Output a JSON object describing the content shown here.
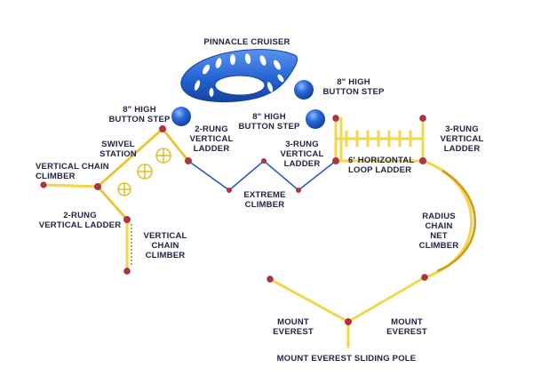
{
  "colors": {
    "rail": "#f3d54e",
    "rail_edge": "#d2ab24",
    "cap": "#b8303f",
    "cable": "#2f56c4",
    "blue": "#1f5fd0",
    "text": "#1f2340",
    "net": "#d49a1a"
  },
  "labels": {
    "pinnacle_cruiser": "PINNACLE CRUISER",
    "button_step_left": "8\" HIGH\nBUTTON STEP",
    "button_step_mid": "8\" HIGH\nBUTTON STEP",
    "button_step_right": "8\" HIGH\nBUTTON STEP",
    "two_rung_vertical_ladder_top": "2-RUNG\nVERTICAL\nLADDER",
    "swivel_station": "SWIVEL\nSTATION",
    "vertical_chain_climber_left": "VERTICAL CHAIN\nCLIMBER",
    "two_rung_vertical_ladder_left": "2-RUNG\nVERTICAL LADDER",
    "vertical_chain_climber_lower": "VERTICAL\nCHAIN\nCLIMBER",
    "extreme_climber": "EXTREME\nCLIMBER",
    "three_rung_vertical_ladder_mid": "3-RUNG\nVERTICAL\nLADDER",
    "horizontal_loop_ladder": "6' HORIZONTAL\nLOOP LADDER",
    "three_rung_vertical_ladder_right": "3-RUNG\nVERTICAL\nLADDER",
    "radius_chain_net_climber": "RADIUS\nCHAIN\nNET\nCLIMBER",
    "mount_everest_left": "MOUNT\nEVEREST",
    "mount_everest_right": "MOUNT\nEVEREST",
    "mount_everest_sliding_pole": "MOUNT EVEREST SLIDING POLE"
  },
  "icons": {
    "cruiser": "pinnacle-cruiser-disc",
    "button_step": "blue-sphere",
    "post_cap": "red-post-cap"
  }
}
